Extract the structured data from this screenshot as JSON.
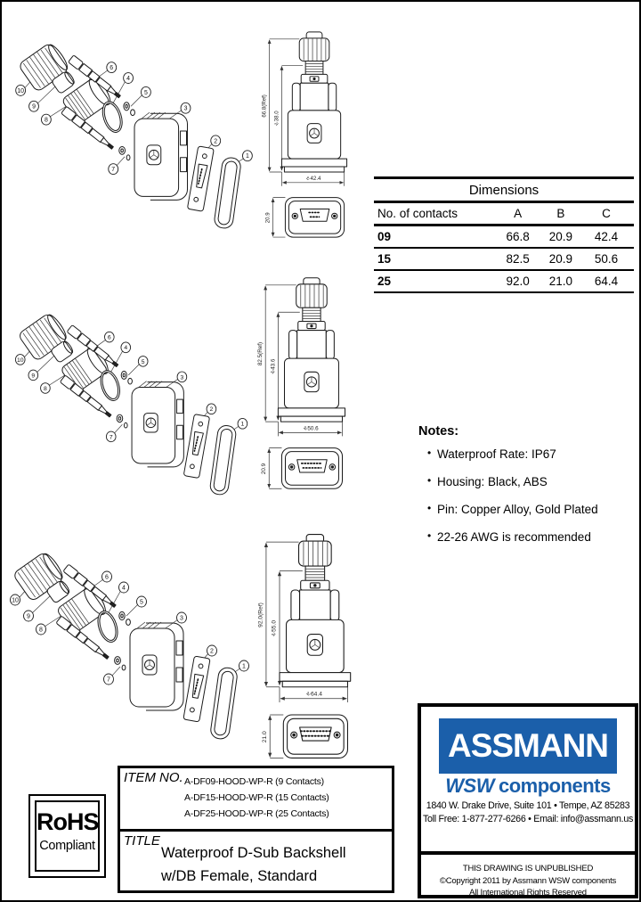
{
  "dimensions_table": {
    "title": "Dimensions",
    "columns": [
      "No. of contacts",
      "A",
      "B",
      "C"
    ],
    "rows": [
      [
        "09",
        "66.8",
        "20.9",
        "42.4"
      ],
      [
        "15",
        "82.5",
        "20.9",
        "50.6"
      ],
      [
        "25",
        "92.0",
        "21.0",
        "64.4"
      ]
    ]
  },
  "notes": {
    "title": "Notes:",
    "items": [
      "Waterproof Rate: IP67",
      "Housing: Black, ABS",
      "Pin: Copper Alloy, Gold Plated",
      "22-26 AWG is recommended"
    ]
  },
  "title_block": {
    "item_no_label": "ITEM NO.",
    "items": [
      "A-DF09-HOOD-WP-R (9 Contacts)",
      "A-DF15-HOOD-WP-R (15 Contacts)",
      "A-DF25-HOOD-WP-R (25 Contacts)"
    ],
    "title_label": "TITLE",
    "title_lines": [
      "Waterproof D-Sub Backshell",
      "w/DB Female, Standard"
    ]
  },
  "rohs": {
    "line1": "RoHS",
    "line2": "Compliant"
  },
  "company": {
    "logo_text": "ASSMANN",
    "logo_sub_wsw": "WSW",
    "logo_sub_rest": "components",
    "address": "1840 W. Drake Drive, Suite 101 • Tempe, AZ 85283",
    "contact": "Toll Free: 1-877-277-6266 • Email: info@assmann.us",
    "copyright_lines": [
      "THIS DRAWING IS UNPUBLISHED",
      "©Copyright 2011 by Assmann WSW components",
      "All International Rights Reserved"
    ],
    "brand_blue": "#1b5faa"
  },
  "callouts": {
    "cover": "1",
    "dsub": "2",
    "housing": "3",
    "oring": "4",
    "washer": "5",
    "cable": "6",
    "screw": "7",
    "gland": "8",
    "seal": "9",
    "cap": "10"
  },
  "drawings": [
    {
      "variant": "9 contacts",
      "height_ref": "66.8(Ref)",
      "inner": "⎀38.0",
      "width": "⎀42.4",
      "front": "20.9",
      "pins": 9
    },
    {
      "variant": "15 contacts",
      "height_ref": "82.5(Ref)",
      "inner": "⎀43.6",
      "width": "⎀50.6",
      "front": "20.9",
      "pins": 15
    },
    {
      "variant": "25 contacts",
      "height_ref": "92.0(Ref)",
      "inner": "⎀55.0",
      "width": "⎀64.4",
      "front": "21.0",
      "pins": 25
    }
  ]
}
